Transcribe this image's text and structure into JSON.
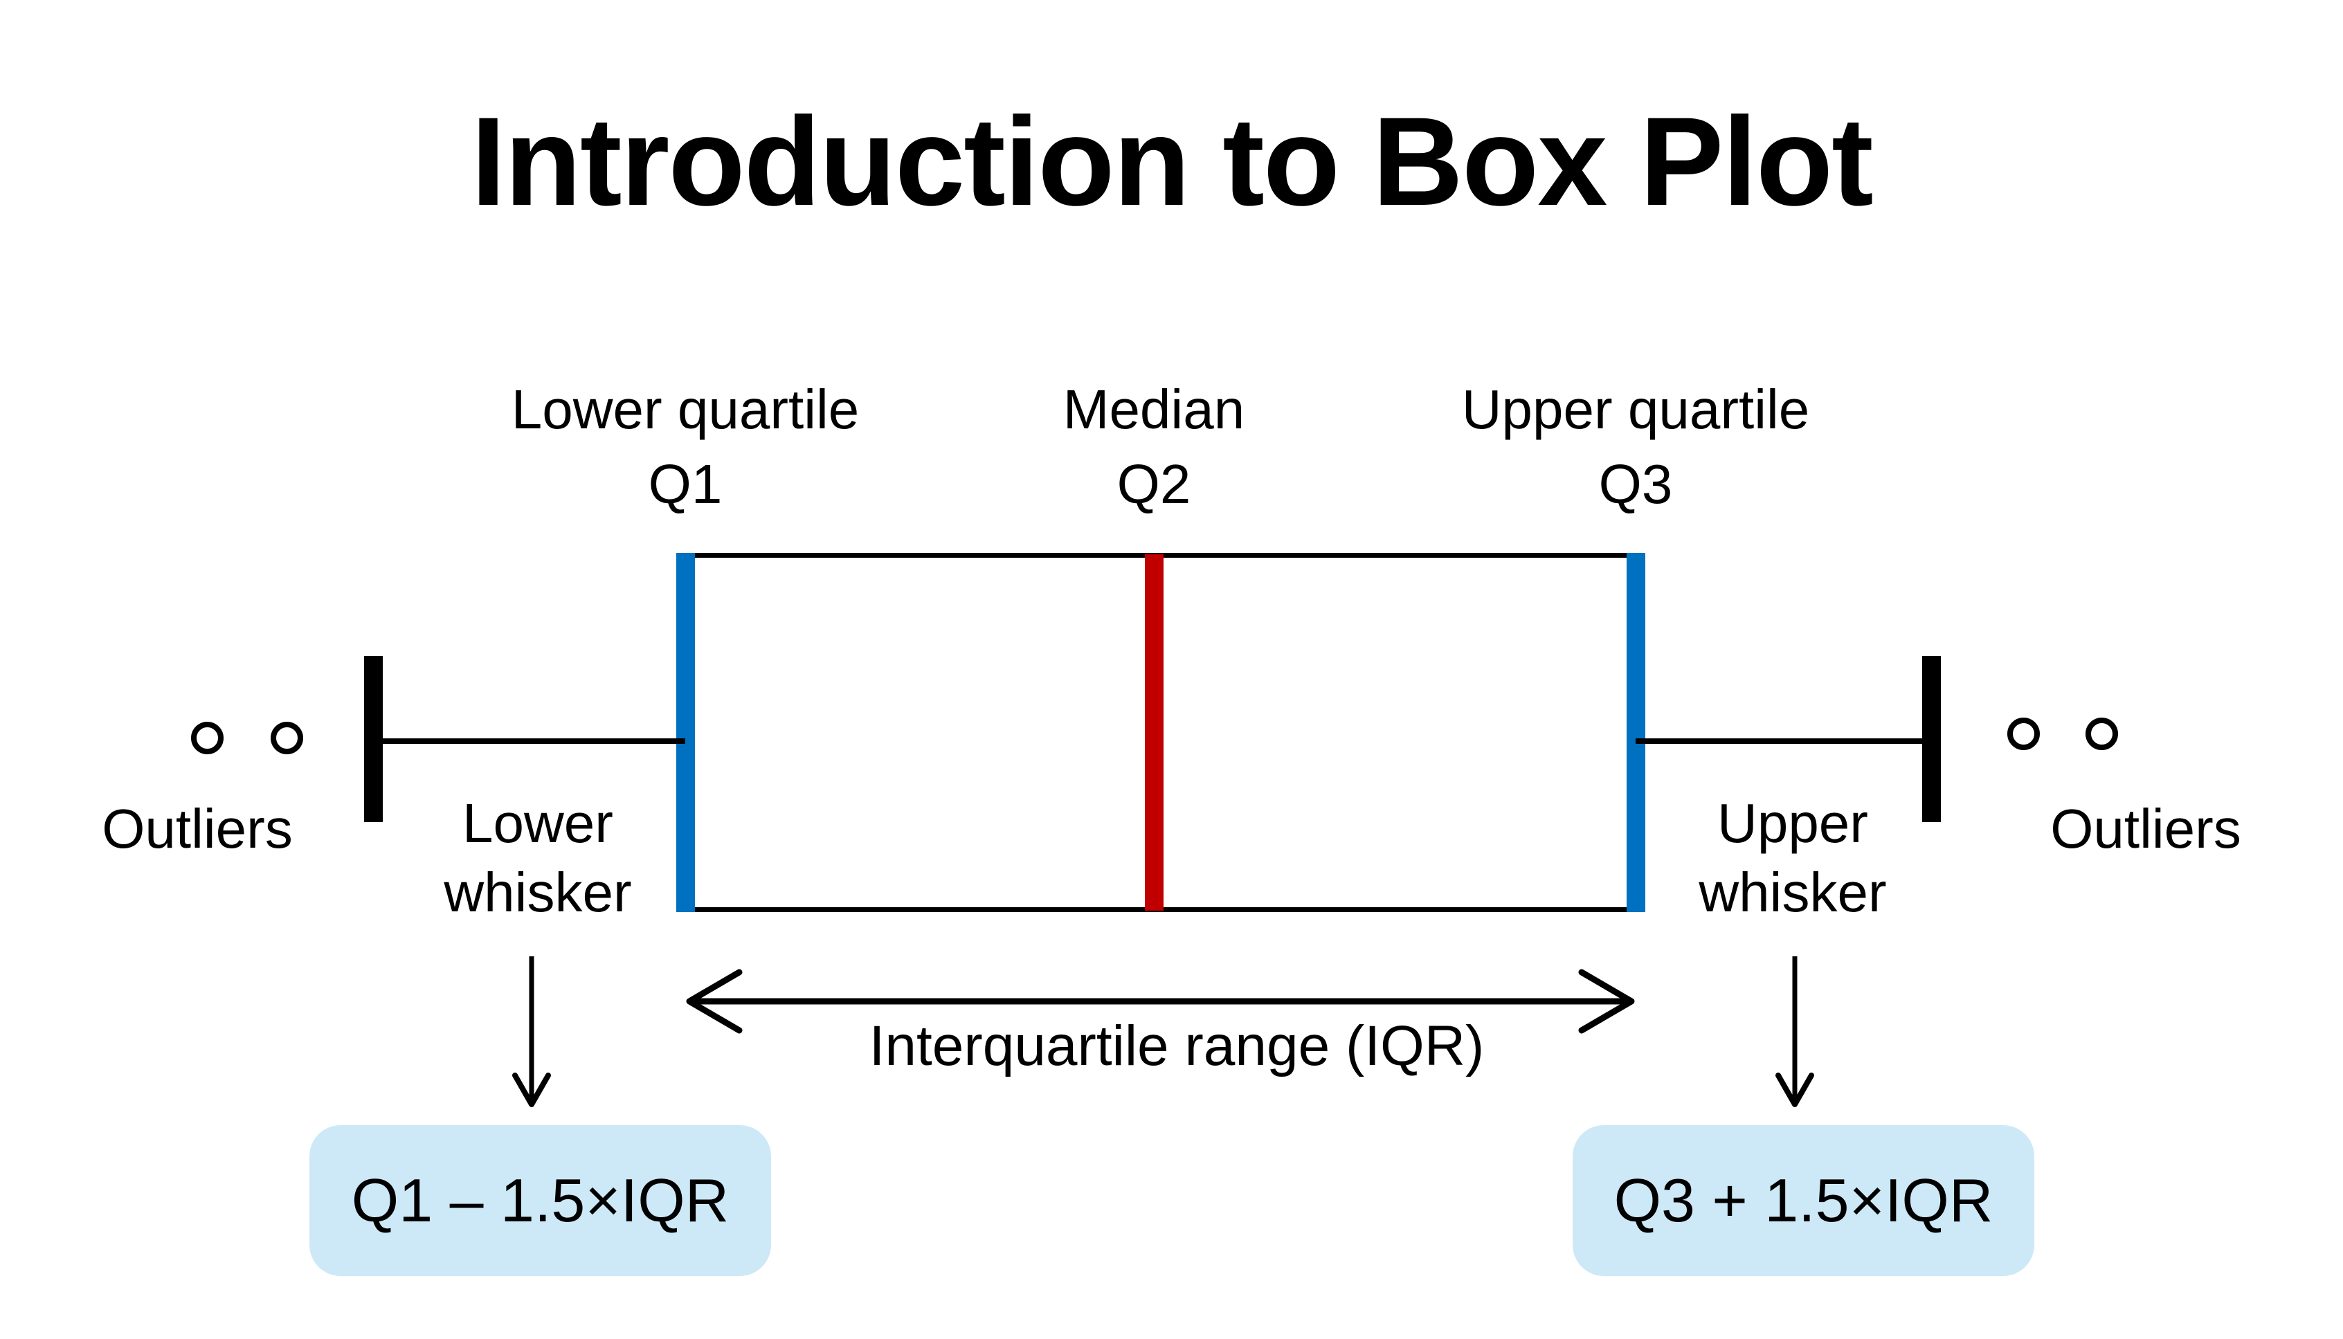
{
  "title": "Introduction to Box Plot",
  "colors": {
    "quartile_line_blue": "#0070C0",
    "median_line_red": "#C00000",
    "callout_background": "#CDE9F7",
    "diagram_black": "#000000",
    "page_background": "#FFFFFF"
  },
  "labels": {
    "lower_quartile": {
      "name": "Lower quartile",
      "symbol": "Q1"
    },
    "median": {
      "name": "Median",
      "symbol": "Q2"
    },
    "upper_quartile": {
      "name": "Upper quartile",
      "symbol": "Q3"
    },
    "outliers_left": "Outliers",
    "outliers_right": "Outliers",
    "lower_whisker": {
      "line1": "Lower",
      "line2": "whisker"
    },
    "upper_whisker": {
      "line1": "Upper",
      "line2": "whisker"
    },
    "iqr": "Interquartile range (IQR)",
    "lower_fence_formula": "Q1 – 1.5×IQR",
    "upper_fence_formula": "Q3 + 1.5×IQR"
  }
}
